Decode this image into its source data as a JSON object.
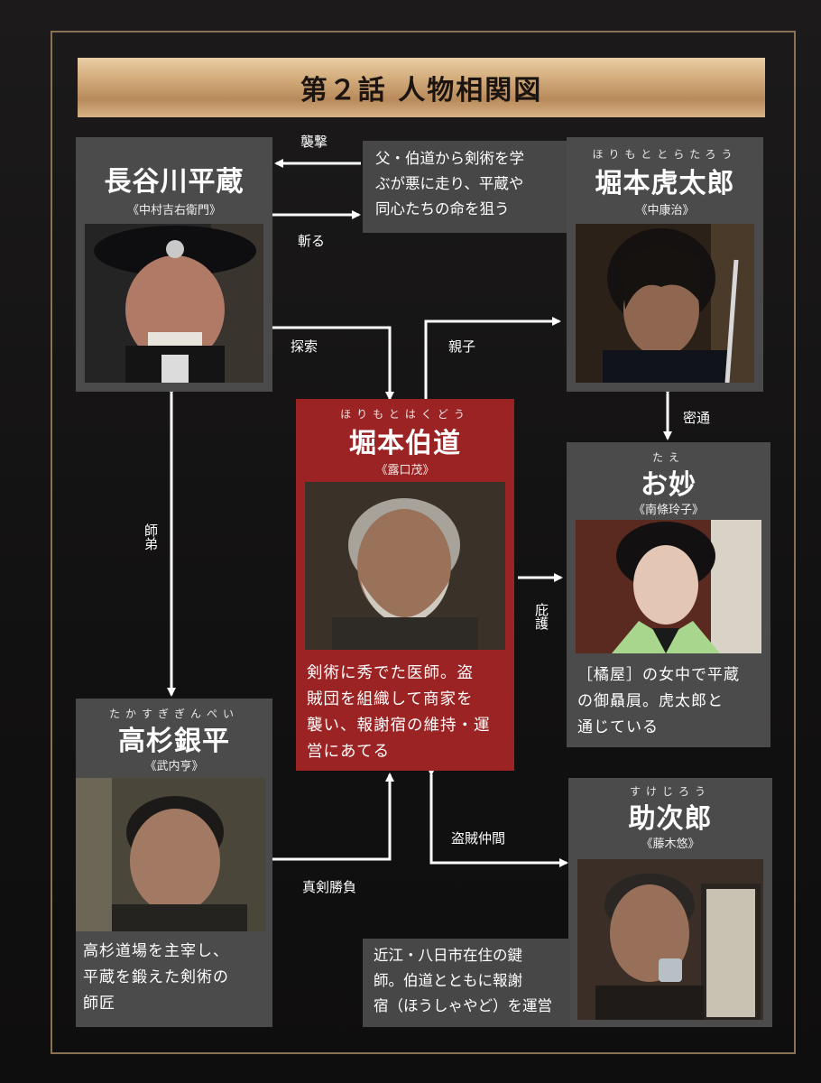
{
  "title": "第２話 人物相関図",
  "characters": {
    "hasegawa": {
      "ruby": "",
      "name": "長谷川平蔵",
      "actor": "《中村吉右衛門》"
    },
    "toratarou": {
      "ruby": "ほりもととらたろう",
      "name": "堀本虎太郎",
      "actor": "《中康治》"
    },
    "hakudou": {
      "ruby": "ほりもとはくどう",
      "name": "堀本伯道",
      "actor": "《露口茂》",
      "desc": [
        "剣術に秀でた医師。盗",
        "賊団を組織して商家を",
        "襲い、報謝宿の維持・運",
        "営にあてる"
      ]
    },
    "otae": {
      "ruby": "たえ",
      "name": "お妙",
      "actor": "《南條玲子》",
      "desc": [
        "［橘屋］の女中で平蔵",
        "の御贔屓。虎太郎と",
        "通じている"
      ]
    },
    "takasugi": {
      "ruby": "たかすぎぎんぺい",
      "name": "高杉銀平",
      "actor": "《武内亨》",
      "desc": [
        "高杉道場を主宰し、",
        "平蔵を鍛えた剣術の",
        "師匠"
      ]
    },
    "sukejirou": {
      "ruby": "すけじろう",
      "name": "助次郎",
      "actor": "《藤木悠》",
      "desc": [
        "近江・八日市在住の鍵",
        "師。伯道とともに報謝",
        "宿（ほうしゃやど）を運営"
      ]
    }
  },
  "top_note": [
    "父・伯道から剣術を学",
    "ぶが悪に走り、平蔵や",
    "同心たちの命を狙う"
  ],
  "relations": {
    "shuugeki": "襲撃",
    "kiru": "斬る",
    "tansaku": "探索",
    "oyako": "親子",
    "mittsuu": "密通",
    "shitei": "師弟",
    "higo": "庇護",
    "shinken": "真剣勝負",
    "touzoku": "盗賊仲間"
  },
  "colors": {
    "gold": "#c9a071",
    "red_card": "#9b2323",
    "gray_card": "#4b4b4b",
    "frame": "#8a7153"
  }
}
